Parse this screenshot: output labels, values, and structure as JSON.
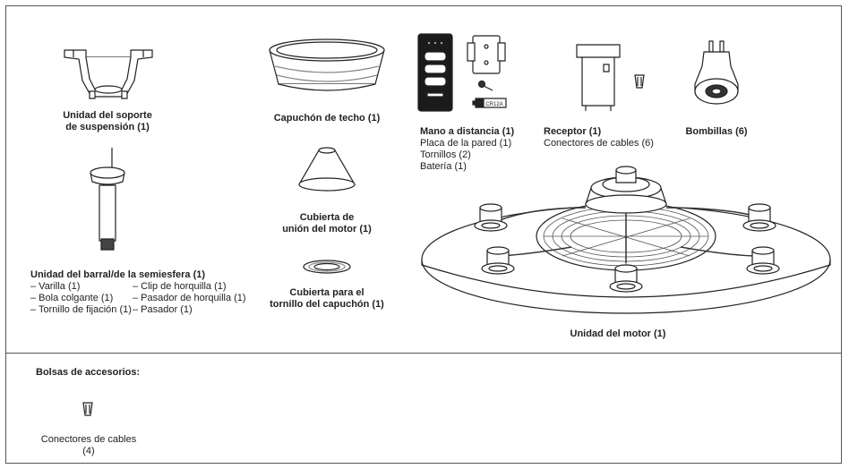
{
  "components": {
    "suspension_bracket": {
      "line1": "Unidad del soporte",
      "line2": "de suspensión (1)"
    },
    "ceiling_canopy": {
      "label": "Capuchón de techo (1)"
    },
    "remote": {
      "label": "Mano a distancia (1)",
      "items": [
        "Placa de la pared (1)",
        "Tornillos (2)",
        "Batería (1)"
      ],
      "battery_text": "CR12A"
    },
    "receiver": {
      "label": "Receptor (1)",
      "items": [
        "Conectores de cables (6)"
      ]
    },
    "bulbs": {
      "label": "Bombillas (6)"
    },
    "downrod": {
      "label": "Unidad del barral/de la semiesfera (1)",
      "left_items": [
        "– Varilla (1)",
        "– Bola colgante (1)",
        "– Tornillo de fijación (1)"
      ],
      "right_items": [
        "– Clip de horquilla (1)",
        "– Pasador de horquilla (1)",
        "– Pasador (1)"
      ]
    },
    "motor_coupling_cover": {
      "line1": "Cubierta de",
      "line2": "unión del motor (1)"
    },
    "canopy_screw_cover": {
      "line1": "Cubierta para el",
      "line2": "tornillo del capuchón (1)"
    },
    "motor": {
      "label": "Unidad del motor (1)"
    }
  },
  "accessories": {
    "title": "Bolsas de accesorios:",
    "connectors_line1": "Conectores de cables",
    "connectors_line2": "(4)"
  }
}
